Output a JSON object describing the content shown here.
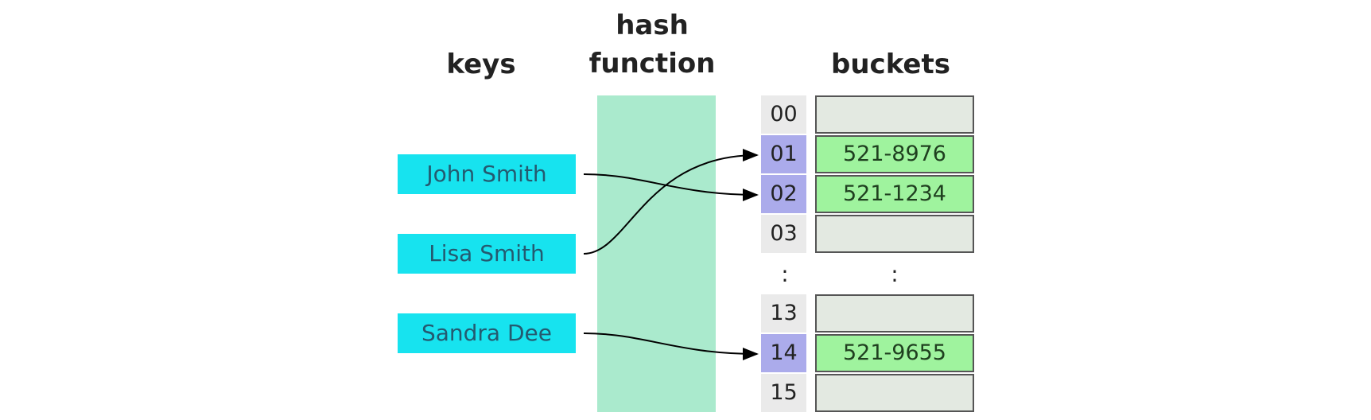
{
  "headings": {
    "keys": "keys",
    "hash_line1": "hash",
    "hash_line2": "function",
    "buckets": "buckets"
  },
  "keys": [
    "John Smith",
    "Lisa Smith",
    "Sandra Dee"
  ],
  "buckets_top": [
    {
      "index": "00",
      "value": ""
    },
    {
      "index": "01",
      "value": "521-8976"
    },
    {
      "index": "02",
      "value": "521-1234"
    },
    {
      "index": "03",
      "value": ""
    }
  ],
  "buckets_bottom": [
    {
      "index": "13",
      "value": ""
    },
    {
      "index": "14",
      "value": "521-9655"
    },
    {
      "index": "15",
      "value": ""
    }
  ],
  "ellipsis": ":",
  "mappings": [
    {
      "key": "John Smith",
      "bucket": "02"
    },
    {
      "key": "Lisa Smith",
      "bucket": "01"
    },
    {
      "key": "Sandra Dee",
      "bucket": "14"
    }
  ],
  "colors": {
    "key_box": "#17e3ef",
    "hash_band": "#aaeacd",
    "index_default": "#eaeaea",
    "index_highlight": "#ababeb",
    "slot_empty": "#e3e9e1",
    "slot_filled": "#9ff39e"
  }
}
